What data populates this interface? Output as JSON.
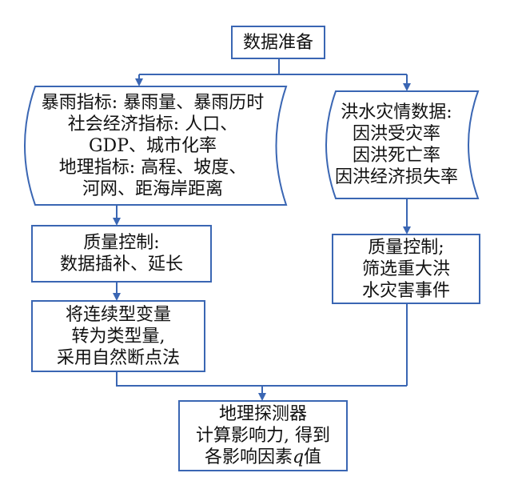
{
  "colors": {
    "stroke": "#3a66b3",
    "text": "#111111",
    "background": "#ffffff"
  },
  "nodes": {
    "data_prep": {
      "lines": [
        "数据准备"
      ]
    },
    "indicators": {
      "lines": [
        "暴雨指标: 暴雨量、暴雨历时",
        "社会经济指标: 人口、",
        "GDP、城市化率",
        "地理指标: 高程、坡度、",
        "河网、距海岸距离"
      ]
    },
    "flood_data": {
      "lines": [
        "洪水灾情数据:",
        "因洪受灾率",
        "因洪死亡率",
        "因洪经济损失率"
      ]
    },
    "qc_left": {
      "lines": [
        "质量控制:",
        "数据插补、延长"
      ]
    },
    "qc_right": {
      "lines": [
        "质量控制;",
        "筛选重大洪",
        "水灾害事件"
      ]
    },
    "discretize": {
      "lines": [
        "将连续型变量",
        "转为类型量,",
        "采用自然断点法"
      ]
    },
    "geodetector": {
      "lines": [
        "地理探测器",
        "计算影响力, 得到"
      ],
      "last_line_prefix": "各影响因素",
      "last_line_symbol": "q",
      "last_line_suffix": "值"
    }
  },
  "icons": {
    "arrow": "arrowhead-icon",
    "storage": "stored-data-shape"
  }
}
